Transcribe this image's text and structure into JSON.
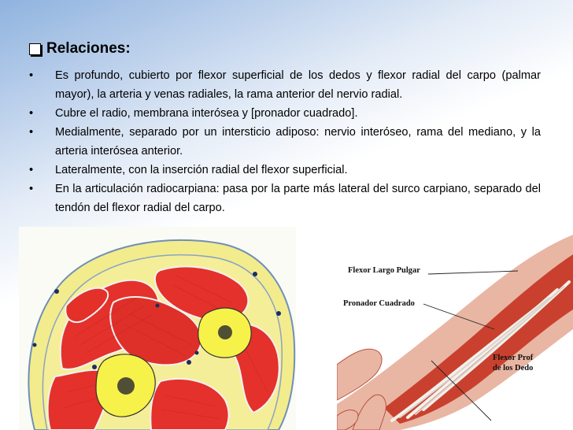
{
  "slide": {
    "heading": "Relaciones:",
    "bullets": [
      "Es profundo, cubierto por flexor superficial de los dedos y flexor radial del carpo (palmar mayor), la arteria y venas radiales, la rama anterior del nervio radial.",
      "Cubre el radio, membrana interósea y [pronador cuadrado].",
      "Medialmente, separado por un intersticio adiposo: nervio interóseo, rama del mediano, y la arteria interósea anterior.",
      "Lateralmente, con la inserción radial del flexor superficial.",
      "En la articulación radiocarpiana: pasa por la parte más lateral del surco carpiano, separado del tendón del flexor radial del carpo."
    ]
  },
  "illustration_right": {
    "labels": {
      "flexor_largo_pulgar": "Flexor Largo Pulgar",
      "pronador_cuadrado": "Pronador Cuadrado",
      "flexor_prof_line1": "Flexor Prof",
      "flexor_prof_line2": "de los Dedo"
    }
  },
  "colors": {
    "background_top": "#8fb3df",
    "background_mid": "#dfe9f6",
    "muscle_red": "#e4312b",
    "fat_yellow": "#f3ec8c",
    "bone_yellow": "#f7f24a"
  }
}
